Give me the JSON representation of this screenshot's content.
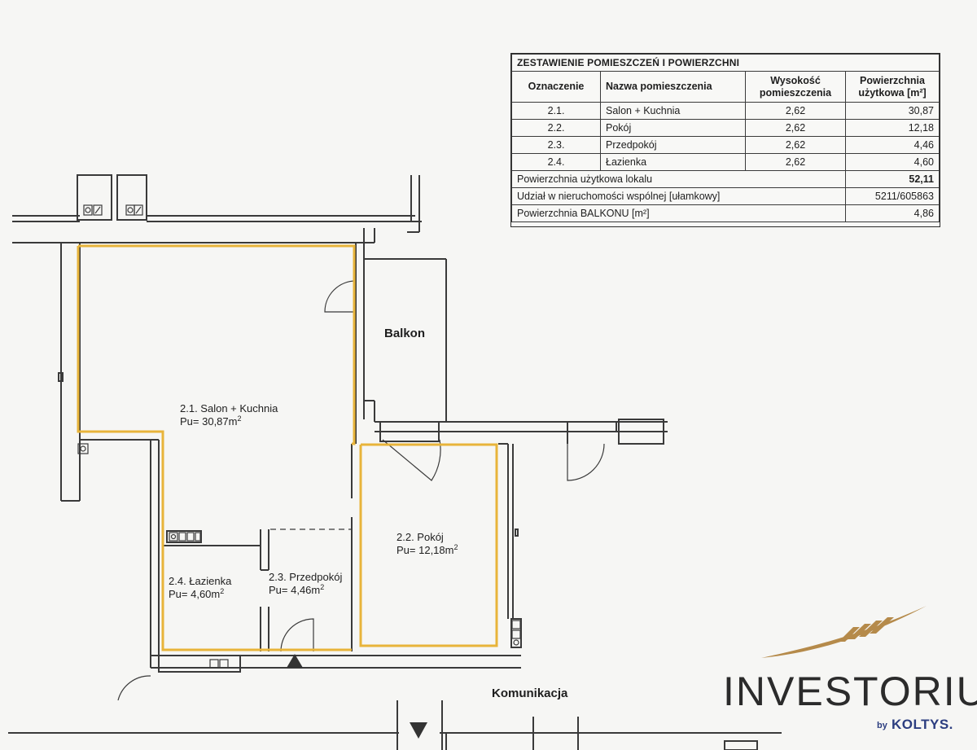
{
  "colors": {
    "wall": "#3a3a3a",
    "outline": "#e8b43a",
    "logo_gold": "#b58a4a",
    "logo_text": "#2b2b2b",
    "brand": "#2c3e80"
  },
  "schedule": {
    "title": "ZESTAWIENIE POMIESZCZEŃ I POWIERZCHNI",
    "headers": {
      "code": "Oznaczenie",
      "name": "Nazwa pomieszczenia",
      "height": "Wysokość pomieszczenia",
      "area": "Powierzchnia użytkowa [m²]"
    },
    "rows": [
      {
        "code": "2.1.",
        "name": "Salon + Kuchnia",
        "height": "2,62",
        "area": "30,87"
      },
      {
        "code": "2.2.",
        "name": "Pokój",
        "height": "2,62",
        "area": "12,18"
      },
      {
        "code": "2.3.",
        "name": "Przedpokój",
        "height": "2,62",
        "area": "4,46"
      },
      {
        "code": "2.4.",
        "name": "Łazienka",
        "height": "2,62",
        "area": "4,60"
      }
    ],
    "total_label": "Powierzchnia użytkowa lokalu",
    "total_value": "52,11",
    "share_label": "Udział w nieruchomości wspólnej [ułamkowy]",
    "share_value": "5211/605863",
    "balcony_label": "Powierzchnia BALKONU [m²]",
    "balcony_value": "4,86"
  },
  "plan": {
    "rooms": {
      "salon": {
        "name": "2.1. Salon + Kuchnia",
        "area_prefix": "Pu= 30,87m",
        "sup": "2"
      },
      "pokoj": {
        "name": "2.2. Pokój",
        "area_prefix": "Pu= 12,18m",
        "sup": "2"
      },
      "przedpokoj": {
        "name": "2.3. Przedpokój",
        "area_prefix": "Pu= 4,46m",
        "sup": "2"
      },
      "lazienka": {
        "name": "2.4. Łazienka",
        "area_prefix": "Pu= 4,60m",
        "sup": "2"
      }
    },
    "balkon": "Balkon",
    "komunikacja": "Komunikacja"
  },
  "logo": {
    "name": "INVESTORIUS",
    "by": "by",
    "brand": "KOLTYS."
  }
}
